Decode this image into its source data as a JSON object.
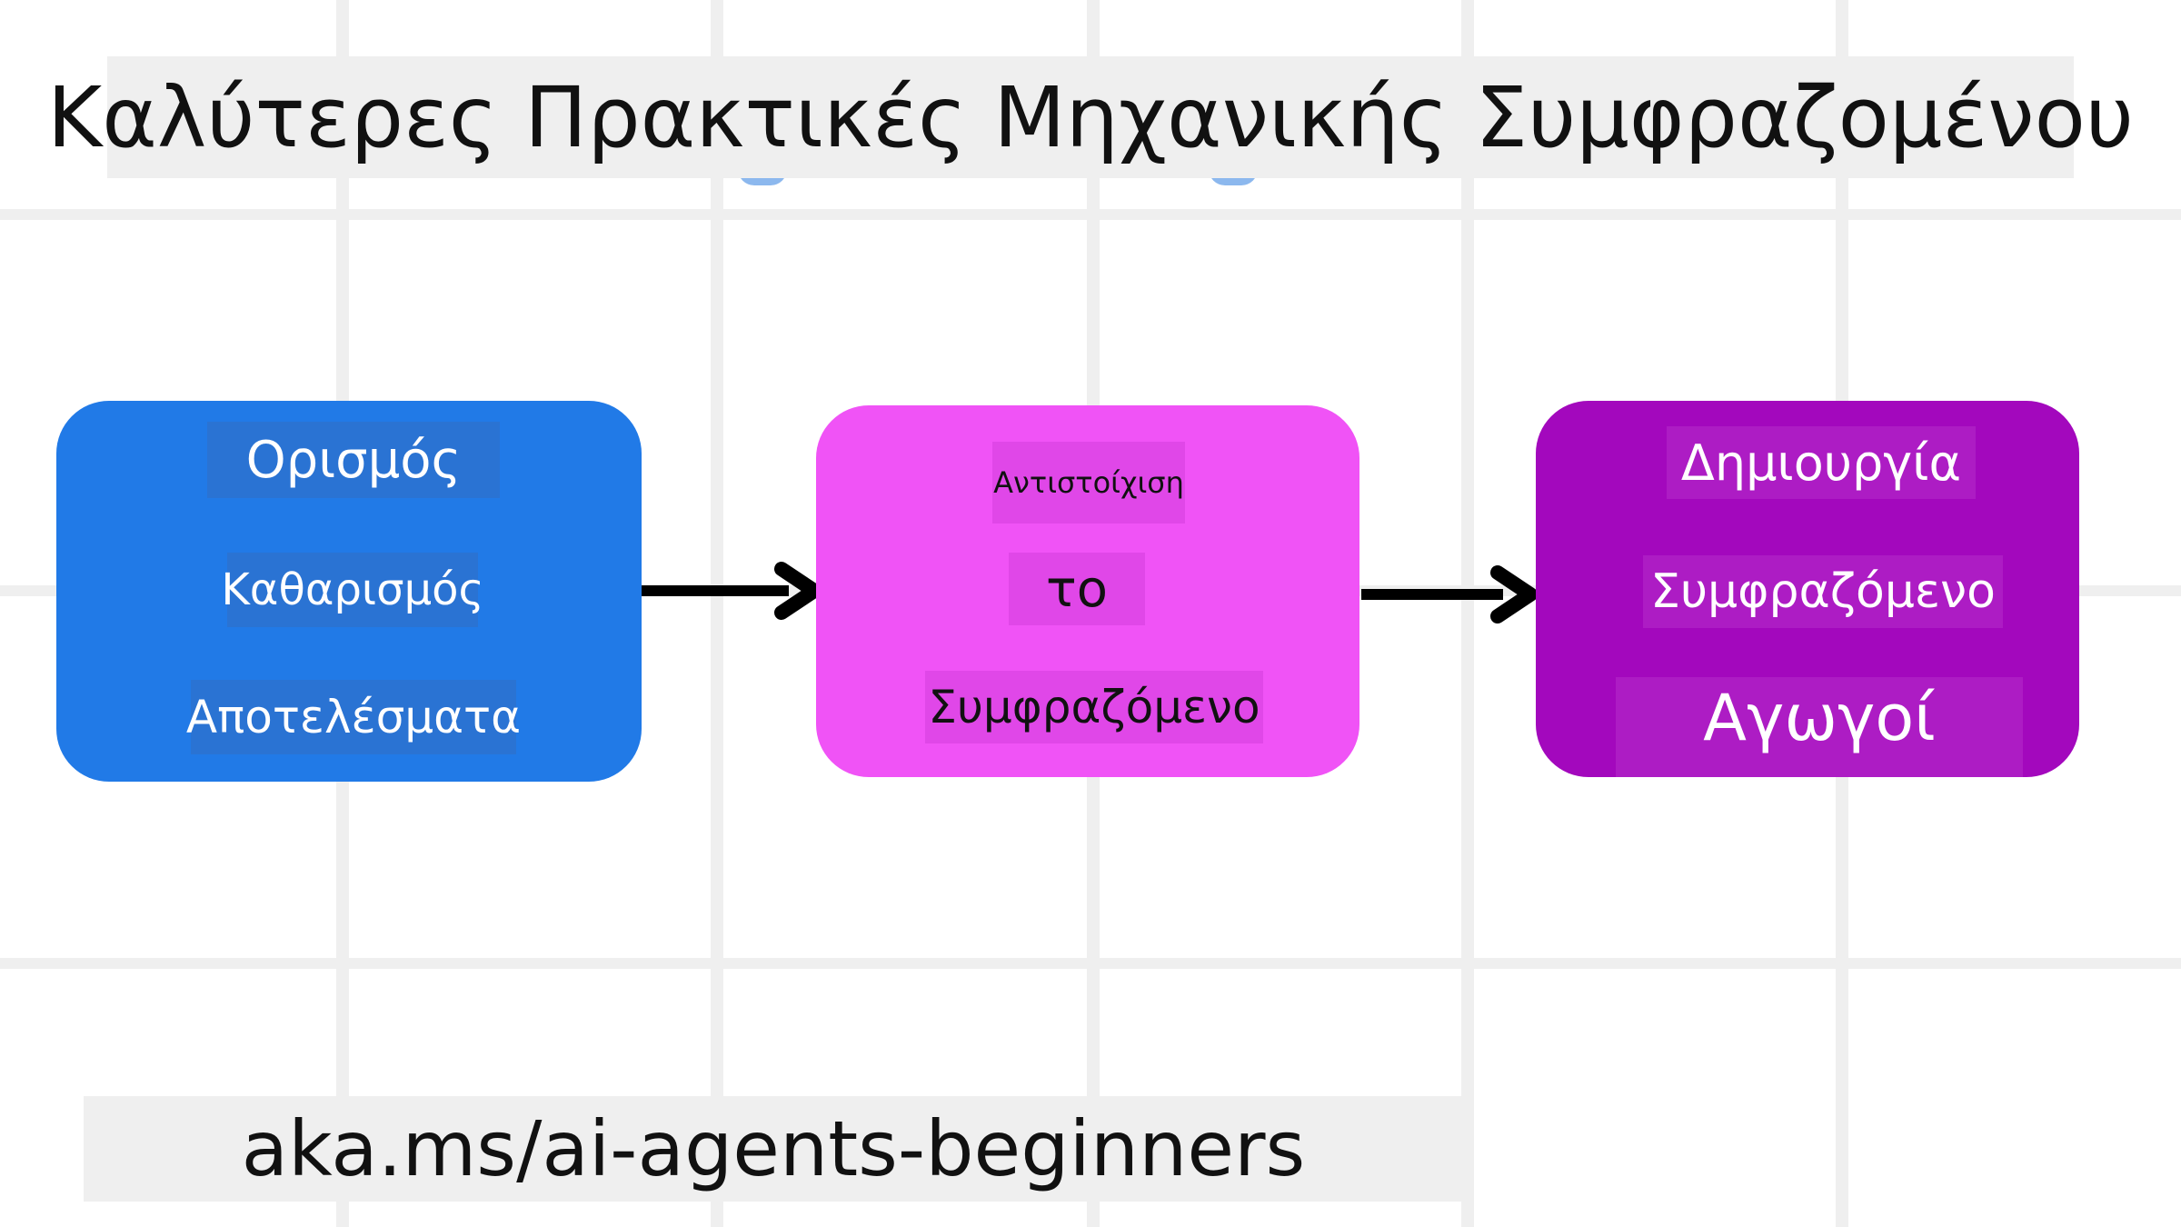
{
  "title": "Καλύτερες Πρακτικές Μηχανικής Συμφραζομένου",
  "colors": {
    "box1": "#217ae7",
    "box2": "#f053f6",
    "box3": "#a308bd",
    "arrow": "#000000"
  },
  "boxes": [
    {
      "lines": [
        "Ορισμός",
        "Καθαρισμός",
        "Αποτελέσματα"
      ]
    },
    {
      "lines": [
        "Αντιστοίχιση",
        "το",
        "Συμφραζόμενο"
      ]
    },
    {
      "lines": [
        "Δημιουργία",
        "Συμφραζόμενο",
        "Αγωγοί"
      ]
    }
  ],
  "footer": {
    "link": "aka.ms/ai-agents-beginners"
  }
}
